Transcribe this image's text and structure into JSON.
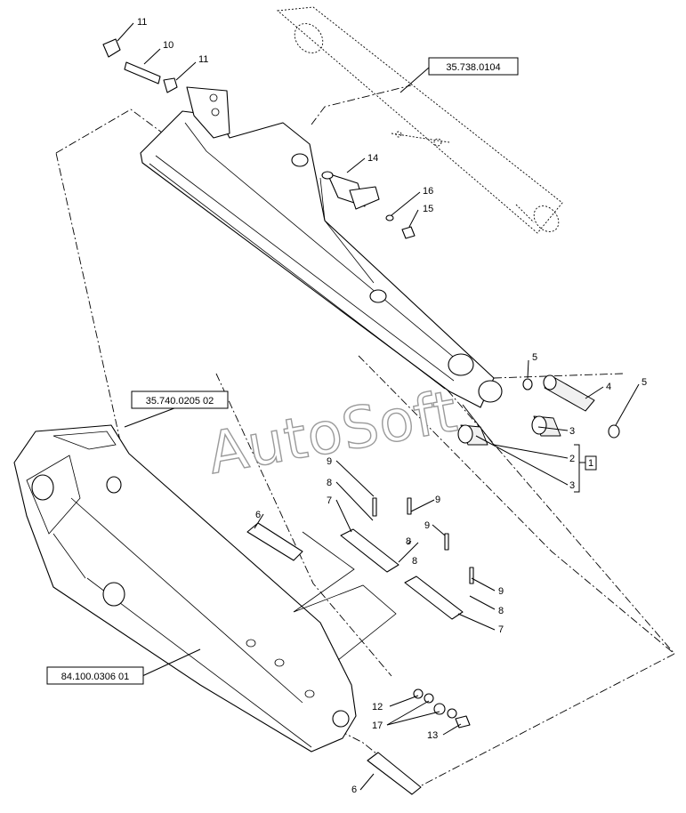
{
  "watermark": "AutoSoft",
  "reference_boxes": [
    {
      "id": "ref-hose",
      "text": "35.738.0104"
    },
    {
      "id": "ref-cyl",
      "text": "35.740.0205 02"
    },
    {
      "id": "ref-boom",
      "text": "84.100.0306 01"
    }
  ],
  "group_box": "1",
  "callouts": {
    "c11a": "11",
    "c10": "10",
    "c11b": "11",
    "c14": "14",
    "c16": "16",
    "c15": "15",
    "c5a": "5",
    "c4": "4",
    "c5b": "5",
    "c3a": "3",
    "c2": "2",
    "c3b": "3",
    "c9a": "9",
    "c8a": "8",
    "c7a": "7",
    "c6a": "6",
    "c9b": "9",
    "c9c": "9",
    "c8b": "8",
    "c8c": "8",
    "c9d": "9",
    "c8d": "8",
    "c7b": "7",
    "c12": "12",
    "c17": "17",
    "c13": "13",
    "c6b": "6"
  }
}
